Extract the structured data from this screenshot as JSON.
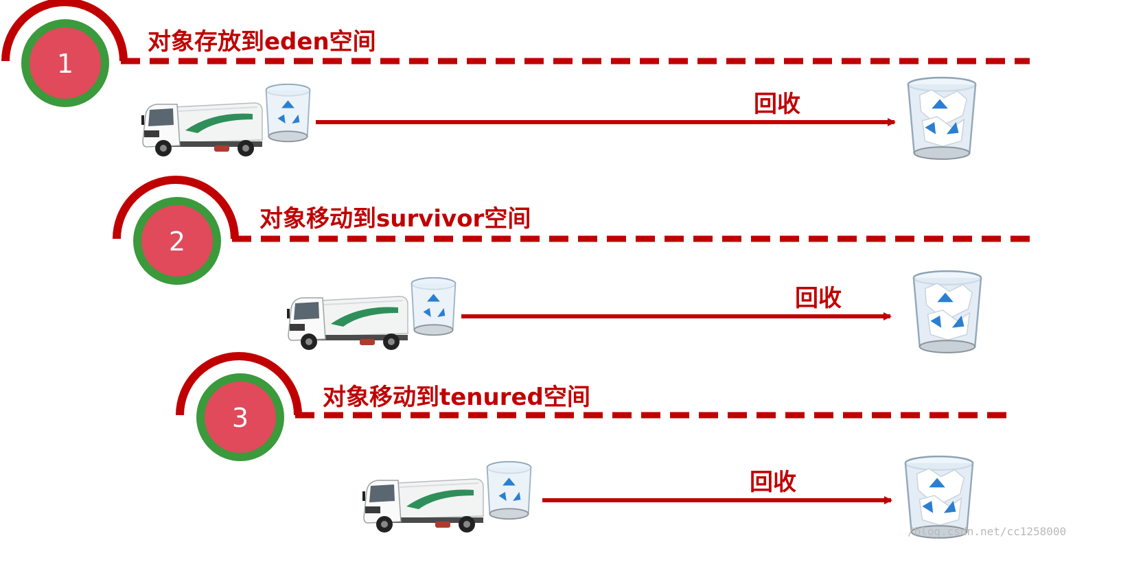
{
  "steps": [
    {
      "number": "1",
      "title": "对象存放到eden空间",
      "action": "回收"
    },
    {
      "number": "2",
      "title": "对象移动到survivor空间",
      "action": "回收"
    },
    {
      "number": "3",
      "title": "对象移动到tenured空间",
      "action": "回收"
    }
  ],
  "watermark": "/blog.csdn.net/cc1258000",
  "colors": {
    "accent": "#c00000",
    "ring": "#3b9a3b",
    "badge": "#e04a5a",
    "truck_stripe": "#2f8f5a"
  },
  "icons": [
    "sweeper-truck-icon",
    "recycle-bin-icon"
  ]
}
